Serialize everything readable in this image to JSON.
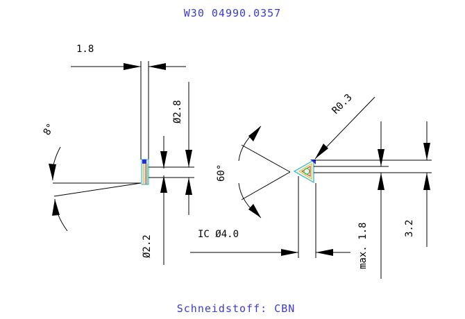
{
  "header": {
    "part_number": "W30 04990.0357"
  },
  "footer": {
    "material": "Schneidstoff: CBN"
  },
  "dimensions": {
    "width": "1.8",
    "angle_clearance": "8°",
    "hole_upper": "Ø2.8",
    "hole_lower": "Ø2.2",
    "tip_angle": "60°",
    "corner_radius": "R0.3",
    "inscribed_circle": "IC Ø4.0",
    "max_length": "max. 1.8",
    "height": "3.2"
  },
  "colors": {
    "title_text": "#3a3ad6",
    "lines": "#000000",
    "insert_blue": "#2a2ae0",
    "insert_cyan": "#26b8c8",
    "insert_yellow": "#d4c218",
    "insert_red": "#d03030",
    "insert_green": "#36c03a"
  }
}
